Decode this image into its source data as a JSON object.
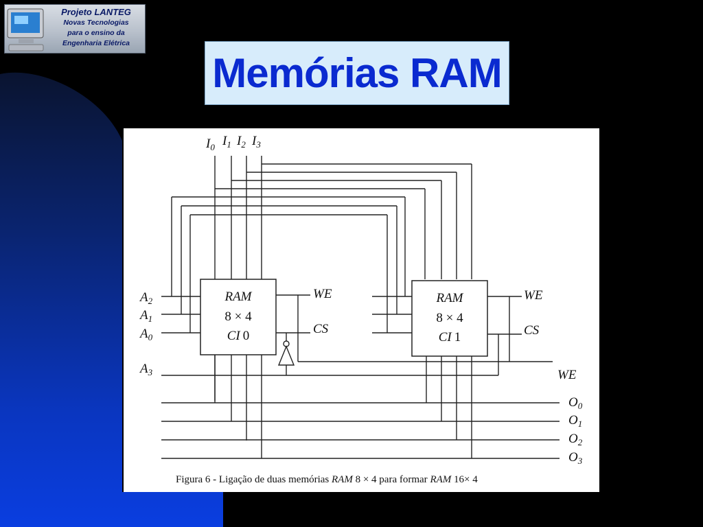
{
  "logo": {
    "line1": "Projeto  LANTEG",
    "line2": "Novas Tecnologias",
    "line3": "para o ensino da",
    "line4": "Engenharia Elétrica"
  },
  "slide": {
    "title": "Memórias RAM"
  },
  "figure": {
    "inputs": [
      {
        "base": "I",
        "sub": "0"
      },
      {
        "base": "I",
        "sub": "1"
      },
      {
        "base": "I",
        "sub": "2"
      },
      {
        "base": "I",
        "sub": "3"
      }
    ],
    "address_left": [
      {
        "base": "A",
        "sub": "2"
      },
      {
        "base": "A",
        "sub": "1"
      },
      {
        "base": "A",
        "sub": "0"
      }
    ],
    "address_select": {
      "base": "A",
      "sub": "3"
    },
    "ram0": {
      "line1": "RAM",
      "line2": "8 × 4",
      "line3_a": "CI",
      "line3_b": "0",
      "we": "WE",
      "cs": "CS"
    },
    "ram1": {
      "line1": "RAM",
      "line2": "8 × 4",
      "line3_a": "CI",
      "line3_b": "1",
      "we": "WE",
      "cs": "CS"
    },
    "global_we": "WE",
    "outputs": [
      {
        "base": "O",
        "sub": "0"
      },
      {
        "base": "O",
        "sub": "1"
      },
      {
        "base": "O",
        "sub": "2"
      },
      {
        "base": "O",
        "sub": "3"
      }
    ],
    "caption": {
      "part1": "Figura 6 - Ligação de duas memórias ",
      "ram_a": "RAM",
      "part2": " 8 × 4 para formar ",
      "ram_b": "RAM",
      "part3": " 16× 4"
    }
  }
}
